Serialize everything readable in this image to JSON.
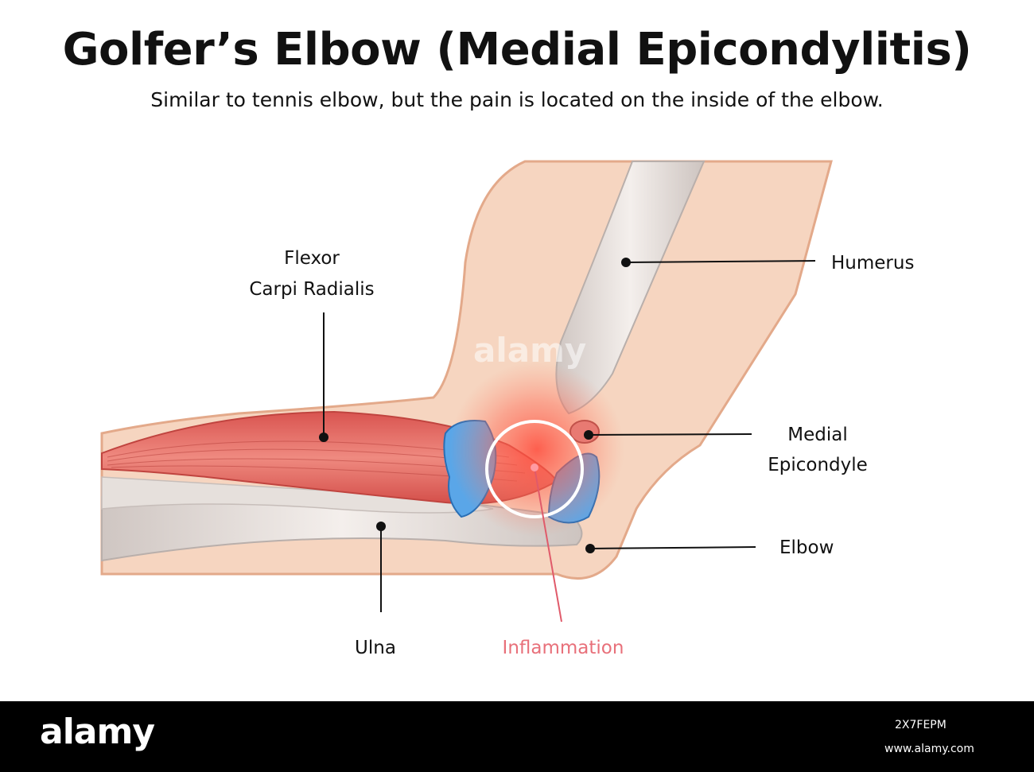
{
  "header": {
    "title": "Golfer’s Elbow (Medial Epicondylitis)",
    "subtitle": "Similar to tennis elbow, but the pain is located on the inside of the elbow."
  },
  "labels": {
    "flexor_line1": "Flexor",
    "flexor_line2": "Carpi Radialis",
    "humerus": "Humerus",
    "medial_line1": "Medial",
    "medial_line2": "Epicondyle",
    "elbow": "Elbow",
    "ulna": "Ulna",
    "inflammation": "Inflammation"
  },
  "watermark": "alamy",
  "footer": {
    "logo": "alamy",
    "image_id": "2X7FEPM",
    "url": "www.alamy.com"
  },
  "colors": {
    "skin": "#f6d5c0",
    "skin_outline": "#e3a98a",
    "muscle": "#e2665e",
    "bone": "#e3dcd8",
    "tendon": "#3a8fd9",
    "inflammation": "#e8707a",
    "footer_bg": "#000000"
  }
}
